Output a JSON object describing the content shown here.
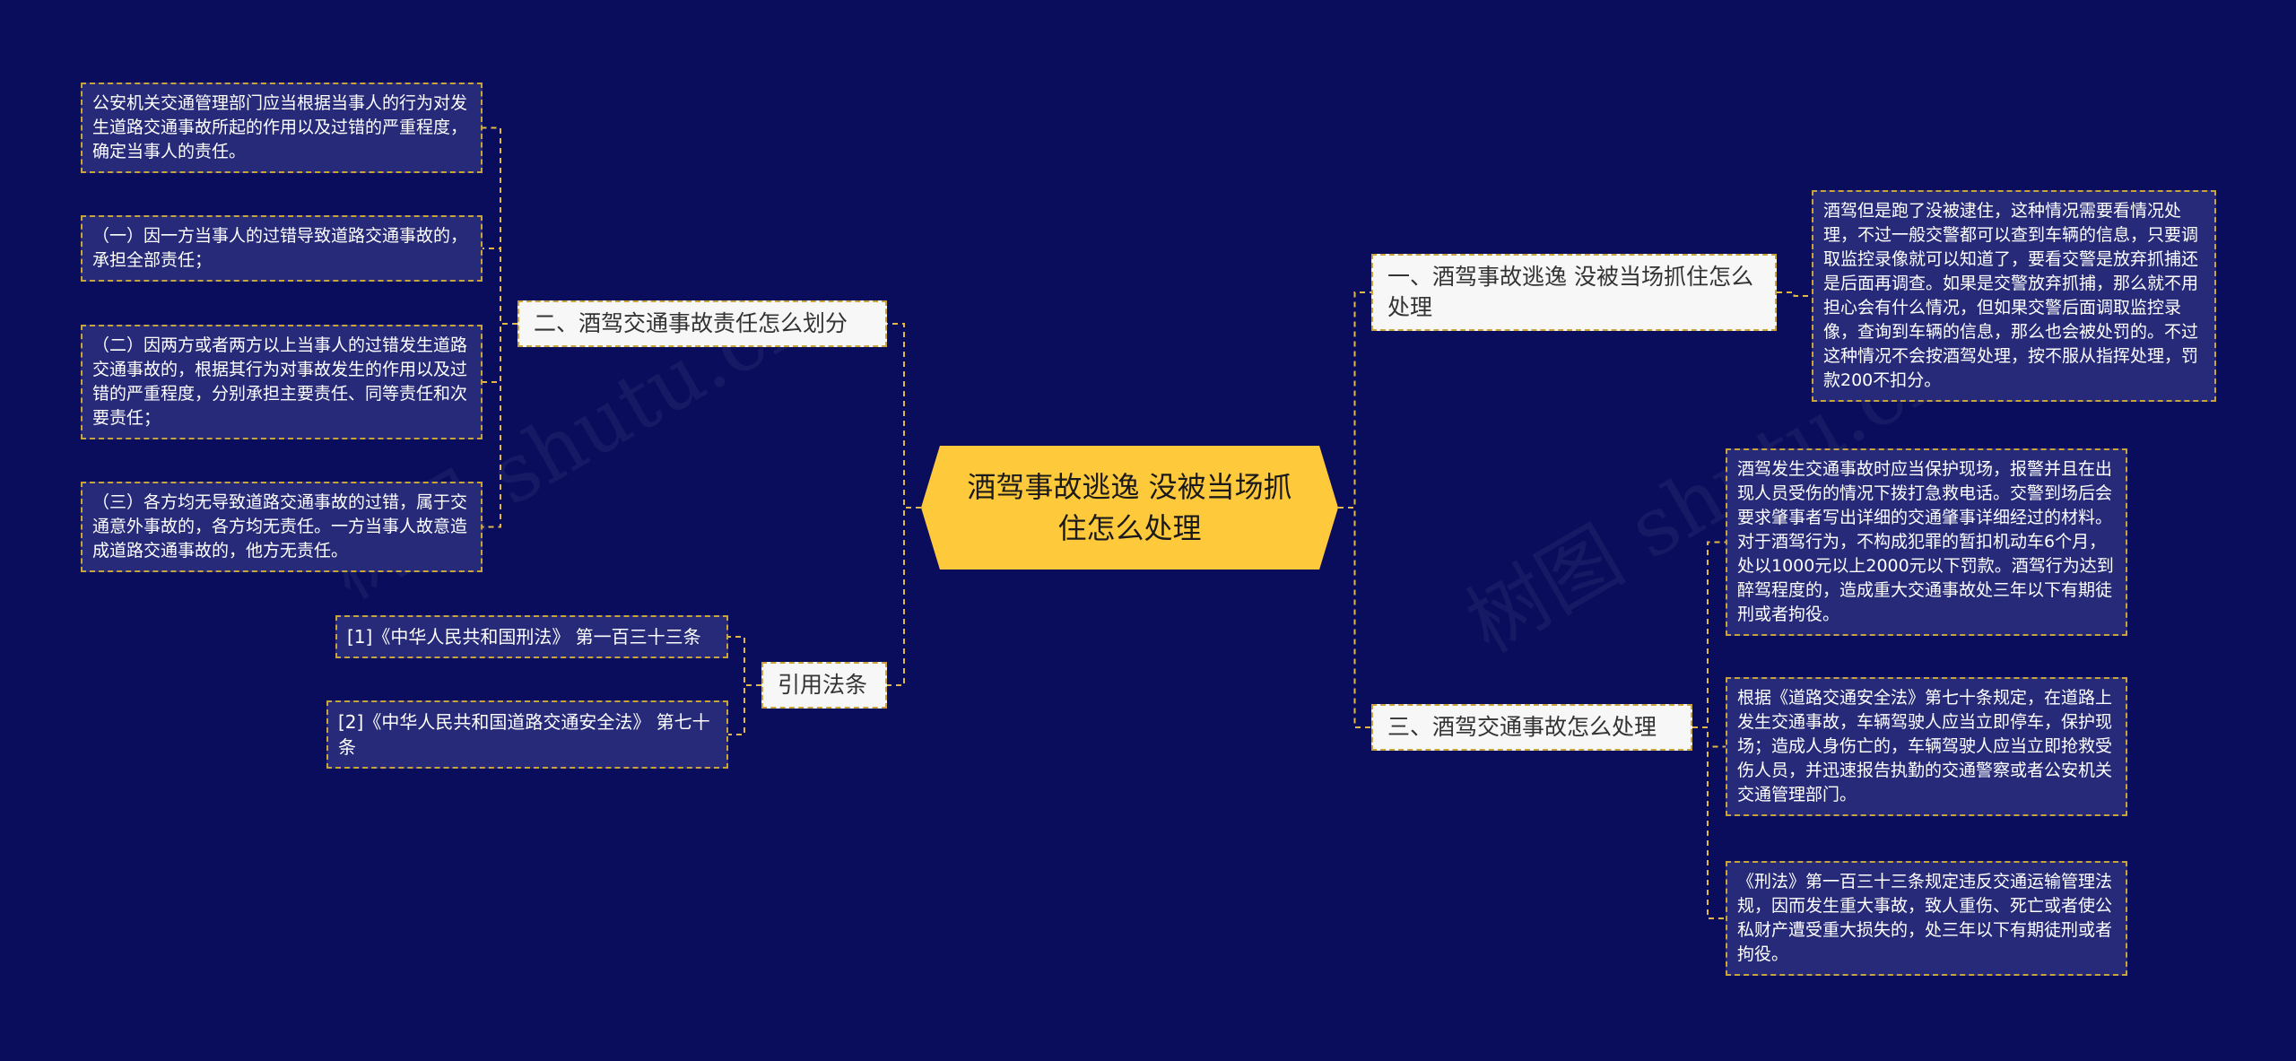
{
  "root": {
    "title": "酒驾事故逃逸 没被当场抓住怎么处理"
  },
  "branches": {
    "b1": {
      "label": "一、酒驾事故逃逸 没被当场抓住怎么处理",
      "leaves": [
        "酒驾但是跑了没被逮住，这种情况需要看情况处理，不过一般交警都可以查到车辆的信息，只要调取监控录像就可以知道了，要看交警是放弃抓捕还是后面再调查。如果是交警放弃抓捕，那么就不用担心会有什么情况，但如果交警后面调取监控录像，查询到车辆的信息，那么也会被处罚的。不过这种情况不会按酒驾处理，按不服从指挥处理，罚款200不扣分。"
      ]
    },
    "b2": {
      "label": "二、酒驾交通事故责任怎么划分",
      "leaves": [
        "公安机关交通管理部门应当根据当事人的行为对发生道路交通事故所起的作用以及过错的严重程度，确定当事人的责任。",
        "（一）因一方当事人的过错导致道路交通事故的，承担全部责任；",
        "（二）因两方或者两方以上当事人的过错发生道路交通事故的，根据其行为对事故发生的作用以及过错的严重程度，分别承担主要责任、同等责任和次要责任；",
        "（三）各方均无导致道路交通事故的过错，属于交通意外事故的，各方均无责任。一方当事人故意造成道路交通事故的，他方无责任。"
      ]
    },
    "b3": {
      "label": "三、酒驾交通事故怎么处理",
      "leaves": [
        "酒驾发生交通事故时应当保护现场，报警并且在出现人员受伤的情况下拨打急救电话。交警到场后会要求肇事者写出详细的交通肇事详细经过的材料。对于酒驾行为，不构成犯罪的暂扣机动车6个月，处以1000元以上2000元以下罚款。酒驾行为达到醉驾程度的，造成重大交通事故处三年以下有期徒刑或者拘役。",
        "根据《道路交通安全法》第七十条规定，在道路上发生交通事故，车辆驾驶人应当立即停车，保护现场；造成人身伤亡的，车辆驾驶人应当立即抢救受伤人员，并迅速报告执勤的交通警察或者公安机关交通管理部门。",
        "《刑法》第一百三十三条规定违反交通运输管理法规，因而发生重大事故，致人重伤、死亡或者使公私财产遭受重大损失的，处三年以下有期徒刑或者拘役。"
      ]
    },
    "b4": {
      "label": "引用法条",
      "leaves": [
        "[1]《中华人民共和国刑法》 第一百三十三条",
        "[2]《中华人民共和国道路交通安全法》 第七十条"
      ]
    }
  },
  "watermarks": [
    "树图 shutu.cn",
    "树图 shutu.cn"
  ],
  "colors": {
    "background": "#0a0d5c",
    "root": "#ffc93c",
    "connector": "#e0b84a",
    "leaf": "#262a78",
    "branch": "#f7f7f7"
  }
}
